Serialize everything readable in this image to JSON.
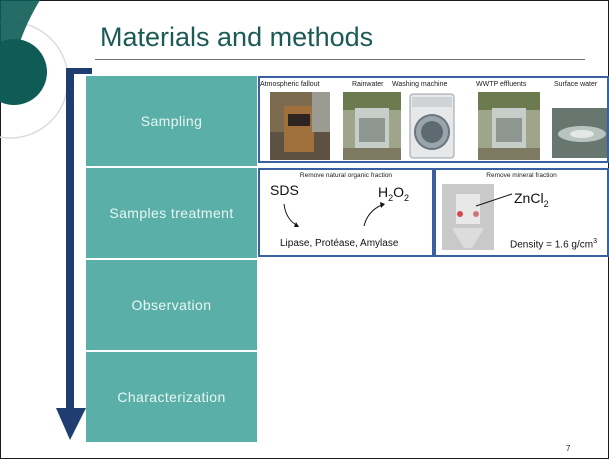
{
  "title": "Materials and methods",
  "steps": [
    {
      "label": "Sampling"
    },
    {
      "label": "Samples treatment"
    },
    {
      "label": "Observation"
    },
    {
      "label": "Characterization"
    }
  ],
  "sampling": {
    "sources": [
      {
        "label": "Atmospheric fallout"
      },
      {
        "label": "Rainwater"
      },
      {
        "label": "Washing machine"
      },
      {
        "label": "WWTP effluents"
      },
      {
        "label": "Surface water"
      }
    ]
  },
  "treatment": {
    "organic": {
      "title": "Remove natural organic fraction",
      "reagent_a": "SDS",
      "reagent_b_base": "H",
      "reagent_b_sub1": "2",
      "reagent_b_mid": "O",
      "reagent_b_sub2": "2",
      "enzymes": "Lipase, Protéase, Amylase"
    },
    "mineral": {
      "title": "Remove mineral fraction",
      "reagent_base": "ZnCl",
      "reagent_sub": "2",
      "density_text": "Density = 1.6 g/cm",
      "density_sup": "3"
    }
  },
  "page_number": "7",
  "colors": {
    "accent_teal": "#5ab0a8",
    "dark_teal": "#0e5c55",
    "panel_border": "#3b5fa3",
    "title_color": "#1c5a55"
  }
}
